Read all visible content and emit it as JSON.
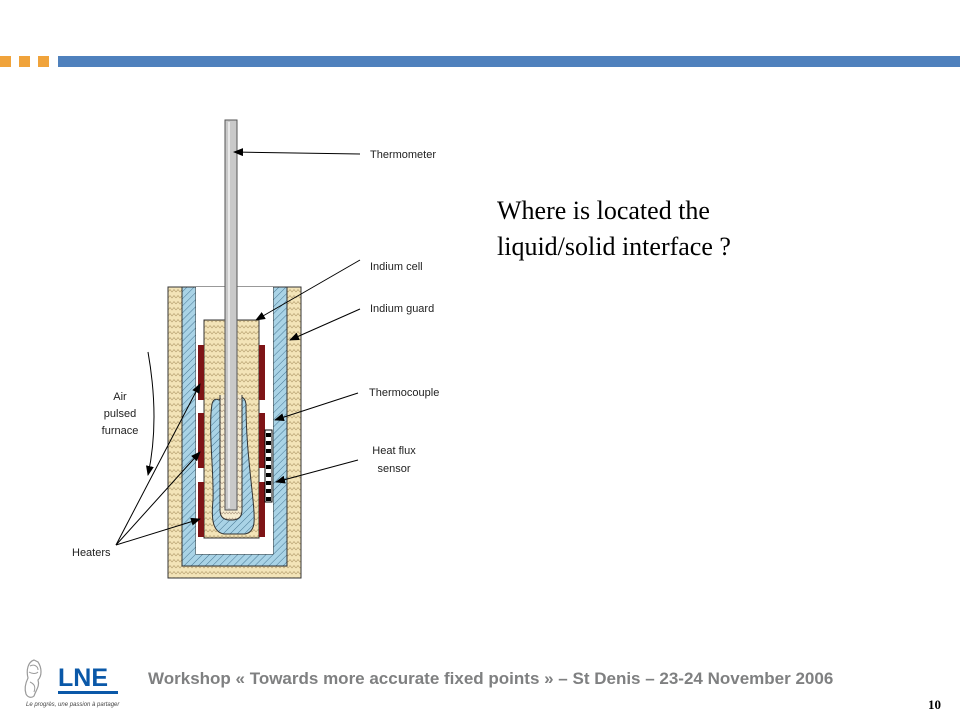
{
  "colors": {
    "accent_orange": "#f0a33b",
    "accent_blue": "#4f81bd",
    "cream": "#f3e4b8",
    "light_blue": "#a9d3e6",
    "heater_red": "#7e1416",
    "footer_gray": "#7f8081",
    "logo_blue": "#0a58a8"
  },
  "diagram": {
    "labels": {
      "thermometer": "Thermometer",
      "indium_cell": "Indium cell",
      "indium_guard": "Indium guard",
      "thermocouple": "Thermocouple",
      "heat_flux_line1": "Heat flux",
      "heat_flux_line2": "sensor",
      "air_line1": "Air",
      "air_line2": "pulsed",
      "air_line3": "furnace",
      "heaters": "Heaters"
    }
  },
  "question": "Where is located the liquid/solid interface ?",
  "footer": {
    "text": "Workshop « Towards more accurate fixed points » – St Denis – 23-24 November 2006",
    "page_number": "10",
    "logo_text": "LNE",
    "logo_tagline": "Le progrès, une passion à partager"
  }
}
